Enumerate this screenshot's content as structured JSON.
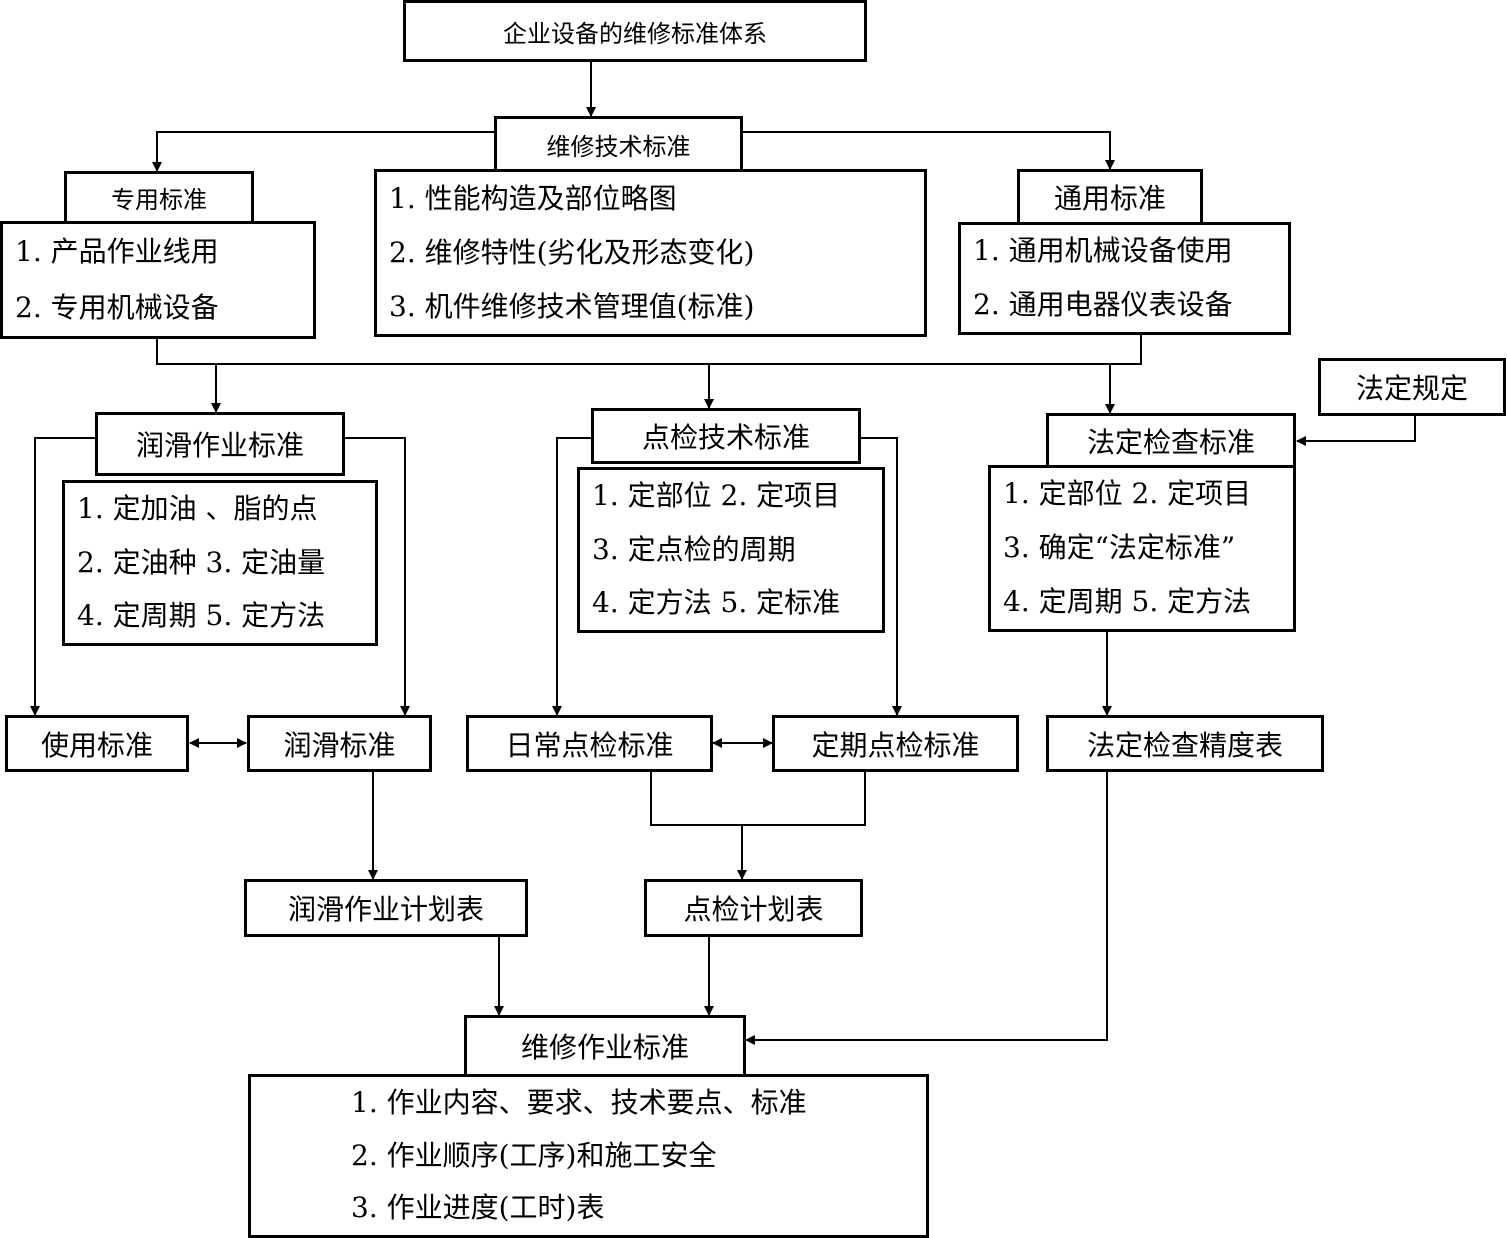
{
  "diagram": {
    "root": "企业设备的维修标准体系",
    "tech_standard": "维修技术标准",
    "special": {
      "title": "专用标准",
      "items": [
        "1.  产品作业线用",
        "2.  专用机械设备"
      ]
    },
    "tech_items": [
      "1. 性能构造及部位略图",
      "2. 维修特性(劣化及形态变化)",
      "3. 机件维修技术管理值(标准)"
    ],
    "general": {
      "title": "通用标准",
      "items": [
        "1. 通用机械设备使用",
        "2. 通用电器仪表设备"
      ]
    },
    "legal_rule": "法定规定",
    "lubrication": {
      "title": "润滑作业标准",
      "items": [
        "1. 定加油 、脂的点",
        "2. 定油种  3. 定油量",
        "4. 定周期  5. 定方法"
      ]
    },
    "inspection": {
      "title": "点检技术标准",
      "items": [
        "1. 定部位  2. 定项目",
        "3. 定点检的周期",
        "4. 定方法  5. 定标准"
      ]
    },
    "legal_check": {
      "title": "法定检查标准",
      "items": [
        "1. 定部位  2. 定项目",
        "3. 确定“法定标准”",
        "4. 定周期  5. 定方法"
      ]
    },
    "use_standard": "使用标准",
    "lube_standard": "润滑标准",
    "daily_check": "日常点检标准",
    "periodic_check": "定期点检标准",
    "legal_precision": "法定检查精度表",
    "lube_plan": "润滑作业计划表",
    "check_plan": "点检计划表",
    "maintenance": {
      "title": "维修作业标准",
      "items": [
        "1. 作业内容、要求、技术要点、标准",
        "2. 作业顺序(工序)和施工安全",
        "3. 作业进度(工时)表"
      ]
    }
  }
}
